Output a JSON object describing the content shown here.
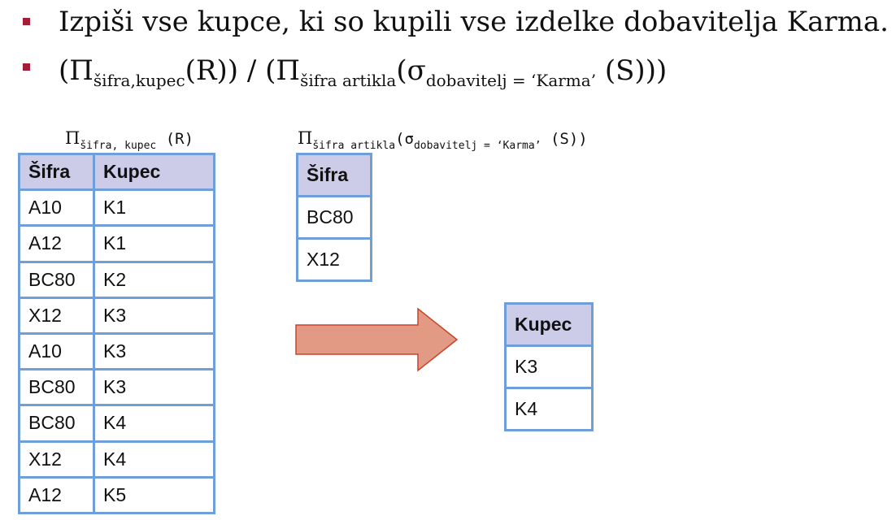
{
  "colors": {
    "bullet": "#a31d36",
    "table_border": "#6f9fd8",
    "header_fill": "#cccbe8",
    "arrow_fill": "#e39a85",
    "arrow_stroke": "#c8432c"
  },
  "icons": {
    "bullet": "square-bullet-icon",
    "arrow": "right-arrow-icon"
  },
  "bullets": {
    "line1": "Izpiši vse kupce, ki so kupili vse izdelke dobavitelja Karma.",
    "line2": {
      "open_pi": "(Π",
      "sub1": "šifra,kupec",
      "mid1": "(R)) / (Π",
      "sub2": "šifra artikla",
      "mid2": "(σ",
      "sub3": "dobavitelj = ‘Karma’",
      "end": " (S)))"
    }
  },
  "caption_r": {
    "pi": "Π",
    "sub": "šifra, kupec",
    "rest": " (R)"
  },
  "caption_s": {
    "pi": "Π",
    "sub1": "šifra artikla",
    "open": "(σ",
    "sub2": "dobavitelj = ‘Karma’",
    "rest": " (S))"
  },
  "table_r": {
    "headers": [
      "Šifra",
      "Kupec"
    ],
    "rows": [
      [
        "A10",
        "K1"
      ],
      [
        "A12",
        "K1"
      ],
      [
        "BC80",
        "K2"
      ],
      [
        "X12",
        "K3"
      ],
      [
        "A10",
        "K3"
      ],
      [
        "BC80",
        "K3"
      ],
      [
        "BC80",
        "K4"
      ],
      [
        "X12",
        "K4"
      ],
      [
        "A12",
        "K5"
      ]
    ]
  },
  "table_s": {
    "headers": [
      "Šifra"
    ],
    "rows": [
      [
        "BC80"
      ],
      [
        "X12"
      ]
    ]
  },
  "table_result": {
    "headers": [
      "Kupec"
    ],
    "rows": [
      [
        "K3"
      ],
      [
        "K4"
      ]
    ]
  }
}
